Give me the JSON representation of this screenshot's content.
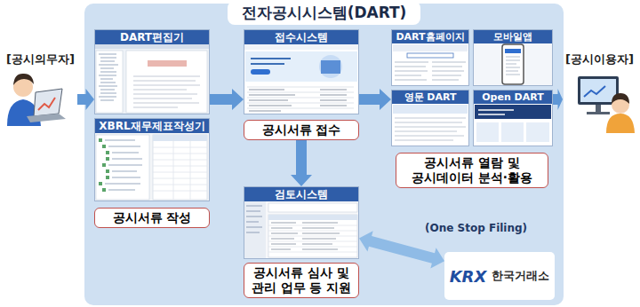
{
  "diagram": {
    "nodes": [
      {
        "text": [
          "[공시의무자]"
        ]
      },
      {
        "text": [
          "전자공시시스템(DART)"
        ]
      },
      {
        "text": [
          "DART편집기"
        ],
        "in": 1
      },
      {
        "text": [
          "XBRL재무제표작성기"
        ],
        "in": 1
      },
      {
        "text": [
          "공시서류 작성"
        ],
        "in": 1
      },
      {
        "text": [
          "접수시스템"
        ],
        "in": 1
      },
      {
        "text": [
          "공시서류 접수"
        ],
        "in": 1
      },
      {
        "text": [
          "검토시스템"
        ],
        "in": 1
      },
      {
        "text": [
          "공시서류 심사 및 관리 업무 등 지원"
        ],
        "in": 1
      },
      {
        "text": [
          "DART홈페이지"
        ],
        "in": 1
      },
      {
        "text": [
          "모바일앱"
        ],
        "in": 1
      },
      {
        "text": [
          "영문 DART"
        ],
        "in": 1
      },
      {
        "text": [
          "Open DART"
        ],
        "in": 1
      },
      {
        "text": [
          "공시서류 열람 및 공시데이터 분석·활용"
        ],
        "in": 1
      },
      {
        "text": [
          "KRX",
          "한국거래소"
        ],
        "in": 1
      },
      {
        "text": [
          "[공시이용자]"
        ]
      }
    ],
    "edges": [
      {
        "from": 0,
        "to": 2,
        "arrow": "to"
      },
      {
        "from": 2,
        "to": 5,
        "arrow": "to"
      },
      {
        "from": 5,
        "to": 11,
        "arrow": "to"
      },
      {
        "from": 6,
        "to": 7,
        "arrow": "to"
      },
      {
        "from": 14,
        "to": 7,
        "label": "(One Stop Filing)",
        "arrow": "both"
      },
      {
        "from": 12,
        "to": 15,
        "arrow": "to"
      }
    ]
  }
}
